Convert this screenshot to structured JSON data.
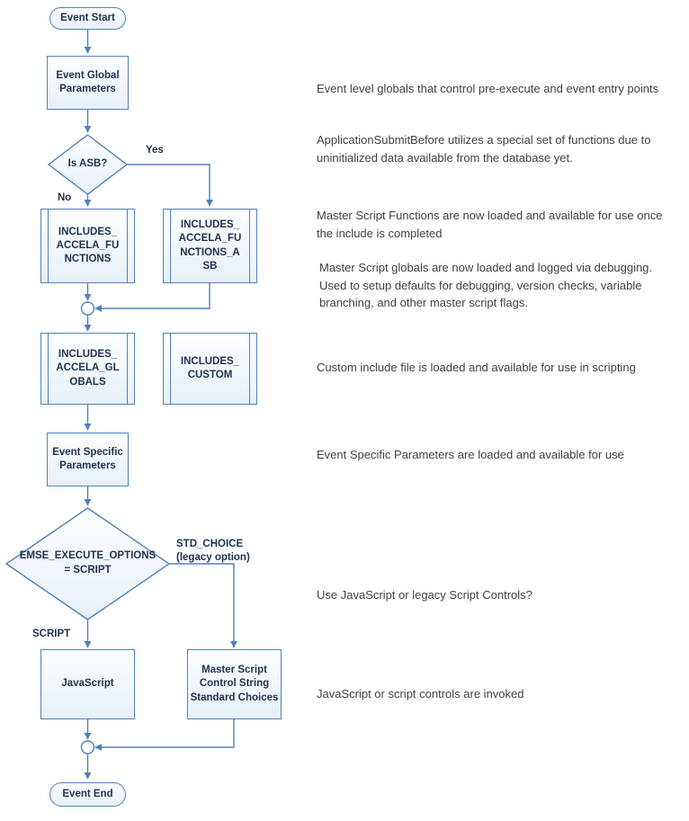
{
  "nodes": {
    "event_start": {
      "label": "Event Start",
      "shape": "terminator"
    },
    "event_global_parameters": {
      "label": "Event Global\nParameters",
      "shape": "process"
    },
    "is_asb": {
      "label": "Is ASB?",
      "shape": "decision"
    },
    "includes_accela_functions": {
      "label": "INCLUDES_\nACCELA_FU\nNCTIONS",
      "shape": "predefined-process"
    },
    "includes_accela_functions_asb": {
      "label": "INCLUDES_\nACCELA_FU\nNCTIONS_A\nSB",
      "shape": "predefined-process"
    },
    "includes_accela_globals": {
      "label": "INCLUDES_\nACCELA_GL\nOBALS",
      "shape": "predefined-process"
    },
    "includes_custom": {
      "label": "INCLUDES_\nCUSTOM",
      "shape": "predefined-process"
    },
    "event_specific_parameters": {
      "label": "Event Specific\nParameters",
      "shape": "process"
    },
    "emse_execute_options": {
      "label": "EMSE_EXECUTE_OPTIONS\n= SCRIPT",
      "shape": "decision"
    },
    "javascript": {
      "label": "JavaScript",
      "shape": "process"
    },
    "master_script_control_string": {
      "label": "Master Script\nControl String\nStandard Choices",
      "shape": "process"
    },
    "event_end": {
      "label": "Event End",
      "shape": "terminator"
    }
  },
  "edge_labels": {
    "yes": "Yes",
    "no": "No",
    "std_choice": "STD_CHOICE\n(legacy option)",
    "script": "SCRIPT"
  },
  "annotations": [
    "Event level globals that control pre-execute and event entry points",
    "ApplicationSubmitBefore utilizes a special set of functions due to\nuninitialized data available from the database yet.",
    "Master Script Functions are now loaded and available for use once\nthe include is completed",
    "Master Script globals are now loaded and logged via debugging.\nUsed to setup defaults for debugging, version checks, variable\nbranching, and other master script flags.",
    "Custom include file is loaded and available for use in scripting",
    "Event Specific Parameters are loaded and available for use",
    "Use JavaScript or legacy Script Controls?",
    "JavaScript or script controls are invoked"
  ],
  "colors": {
    "connector": "#4f81bd",
    "node_border": "#4f81bd",
    "node_text": "#1f3250",
    "annotation_text": "#404040"
  }
}
